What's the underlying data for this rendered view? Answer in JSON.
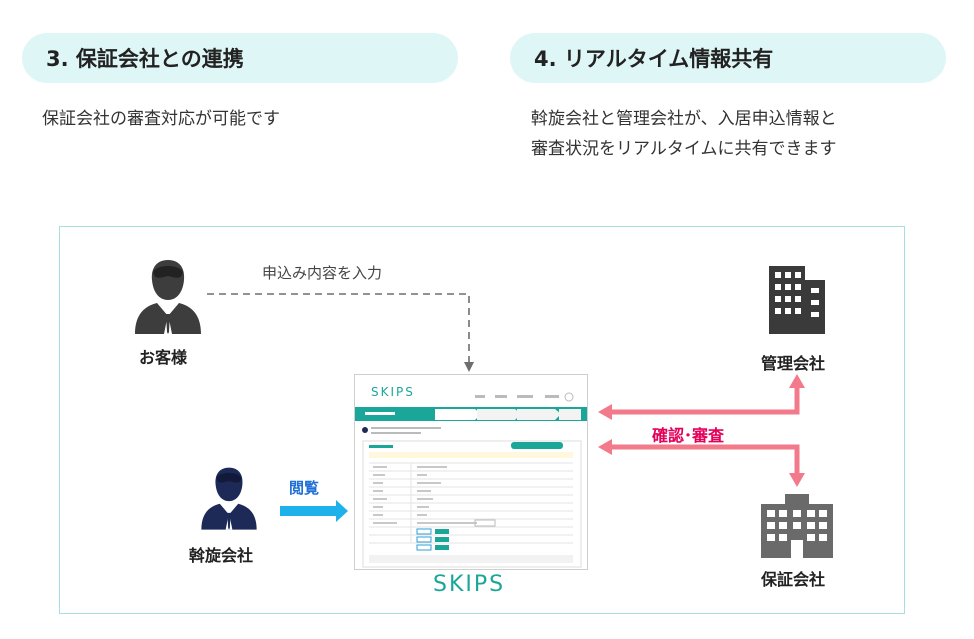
{
  "sections": [
    {
      "heading": "3. 保証会社との連携",
      "description": [
        "保証会社の審査対応が可能です"
      ]
    },
    {
      "heading": "4. リアルタイム情報共有",
      "description": [
        "斡旋会社と管理会社が、入居申込情報と",
        "審査状況をリアルタイムに共有できます"
      ]
    }
  ],
  "diagram": {
    "customer_label": "お客様",
    "agency_label": "斡旋会社",
    "management_label": "管理会社",
    "guarantor_label": "保証会社",
    "input_note": "申込み内容を入力",
    "view_note": "閲覧",
    "review_note": "確認･審査",
    "logo_text": "SKIPS",
    "screenshot_logo": "SKIPS",
    "colors": {
      "pill_bg": "#dff6f6",
      "frame": "#a9dede",
      "pink_arrow": "#f27a8a",
      "blue_arrow": "#1eb1ea",
      "review_text": "#e5005a",
      "view_text": "#2070d8",
      "logo": "#1aa79a"
    },
    "icons": [
      "person-customer-icon",
      "person-agency-icon",
      "office-building-icon",
      "guarantor-building-icon"
    ]
  }
}
